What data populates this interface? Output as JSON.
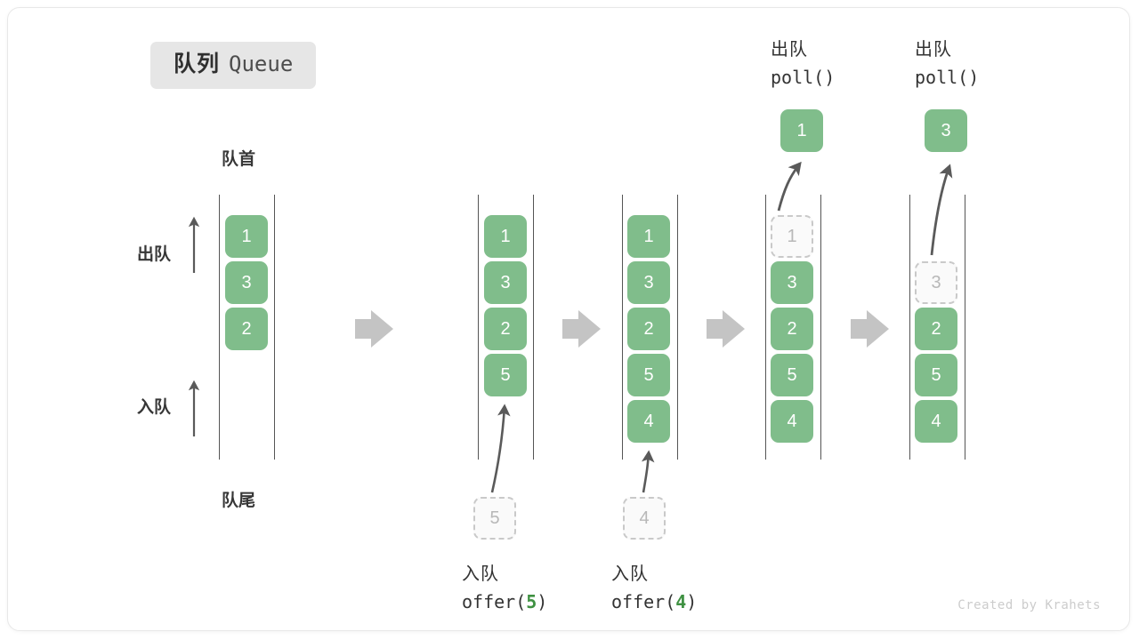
{
  "title": {
    "cn": "队列",
    "en": "Queue"
  },
  "footer": "Created by Krahets",
  "labels": {
    "head": "队首",
    "tail": "队尾",
    "dequeue": "出队",
    "enqueue": "入队"
  },
  "colors": {
    "cell_fill": "#80bd8b",
    "cell_text": "#ffffff",
    "ghost_fill": "#fafafa",
    "ghost_border": "#c9c9c9",
    "ghost_text": "#b8b8b8",
    "rail": "#555555",
    "arrow_gray": "#c4c4c4",
    "curve_arrow": "#5a5a5a",
    "text_dark": "#333333",
    "badge_bg": "#e6e6e6",
    "code_arg_green": "#3f9142"
  },
  "steps": [
    {
      "id": "step-1",
      "header": null,
      "cells": [
        "1",
        "3",
        "2"
      ],
      "states": [
        "filled",
        "filled",
        "filled"
      ],
      "popped": null,
      "incoming": null,
      "caption": null
    },
    {
      "id": "step-2",
      "header": null,
      "cells": [
        "1",
        "3",
        "2",
        "5"
      ],
      "states": [
        "filled",
        "filled",
        "filled",
        "filled"
      ],
      "popped": null,
      "incoming": "5",
      "caption": {
        "cn": "入队",
        "code_prefix": "offer(",
        "arg": "5",
        "code_suffix": ")"
      }
    },
    {
      "id": "step-3",
      "header": null,
      "cells": [
        "1",
        "3",
        "2",
        "5",
        "4"
      ],
      "states": [
        "filled",
        "filled",
        "filled",
        "filled",
        "filled"
      ],
      "popped": null,
      "incoming": "4",
      "caption": {
        "cn": "入队",
        "code_prefix": "offer(",
        "arg": "4",
        "code_suffix": ")"
      }
    },
    {
      "id": "step-4",
      "header": {
        "cn": "出队",
        "code": "poll()"
      },
      "cells": [
        "1",
        "3",
        "2",
        "5",
        "4"
      ],
      "states": [
        "ghost",
        "filled",
        "filled",
        "filled",
        "filled"
      ],
      "popped": "1",
      "incoming": null,
      "caption": null
    },
    {
      "id": "step-5",
      "header": {
        "cn": "出队",
        "code": "poll()"
      },
      "cells": [
        "",
        "3",
        "2",
        "5",
        "4"
      ],
      "states": [
        "empty",
        "ghost",
        "filled",
        "filled",
        "filled"
      ],
      "popped": "3",
      "incoming": null,
      "caption": null
    }
  ],
  "transitions": [
    "arrow-right",
    "arrow-right",
    "arrow-right",
    "arrow-right"
  ]
}
